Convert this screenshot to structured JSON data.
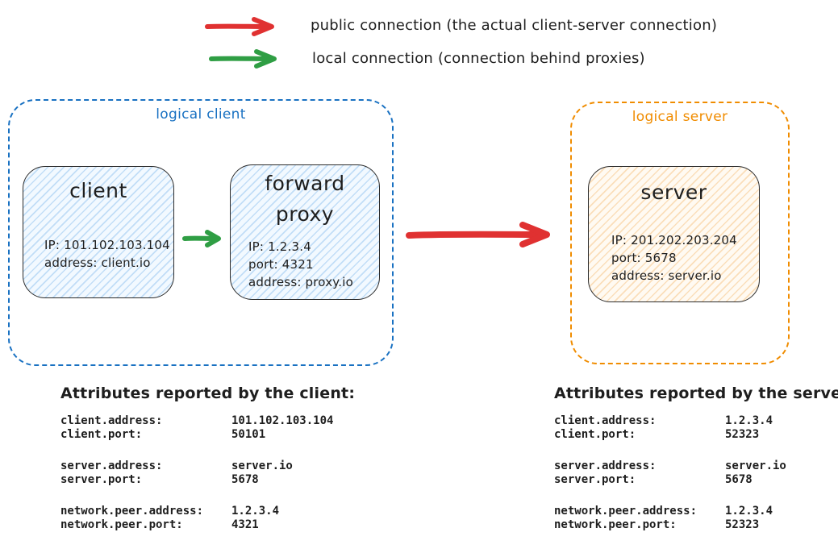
{
  "colors": {
    "red": "#e03131",
    "green": "#2f9e44",
    "blue": "#1971c2",
    "orange": "#f08c00",
    "ink": "#1e1e1e"
  },
  "legend": {
    "public_label": "public connection (the actual client-server connection)",
    "local_label": "local connection (connection behind proxies)"
  },
  "logical_client": {
    "label": "logical client",
    "client_node": {
      "title": "client",
      "lines": [
        "IP: 101.102.103.104",
        "address: client.io"
      ]
    },
    "proxy_node": {
      "title_line1": "forward",
      "title_line2": "proxy",
      "lines": [
        "IP: 1.2.3.4",
        "port: 4321",
        "address: proxy.io"
      ]
    }
  },
  "logical_server": {
    "label": "logical server",
    "server_node": {
      "title": "server",
      "lines": [
        "IP: 201.202.203.204",
        "port: 5678",
        "address: server.io"
      ]
    }
  },
  "client_attributes": {
    "title": "Attributes reported by the client:",
    "groups": [
      {
        "rows": [
          {
            "key": "client.address:",
            "value": "101.102.103.104"
          },
          {
            "key": "client.port:",
            "value": "50101"
          }
        ]
      },
      {
        "rows": [
          {
            "key": "server.address:",
            "value": "server.io"
          },
          {
            "key": "server.port:",
            "value": "5678"
          }
        ]
      },
      {
        "rows": [
          {
            "key": "network.peer.address:",
            "value": "1.2.3.4"
          },
          {
            "key": "network.peer.port:",
            "value": "4321"
          }
        ]
      }
    ]
  },
  "server_attributes": {
    "title": "Attributes reported by the server:",
    "groups": [
      {
        "rows": [
          {
            "key": "client.address:",
            "value": "1.2.3.4"
          },
          {
            "key": "client.port:",
            "value": "52323"
          }
        ]
      },
      {
        "rows": [
          {
            "key": "server.address:",
            "value": "server.io"
          },
          {
            "key": "server.port:",
            "value": "5678"
          }
        ]
      },
      {
        "rows": [
          {
            "key": "network.peer.address:",
            "value": "1.2.3.4"
          },
          {
            "key": "network.peer.port:",
            "value": "52323"
          }
        ]
      }
    ]
  }
}
